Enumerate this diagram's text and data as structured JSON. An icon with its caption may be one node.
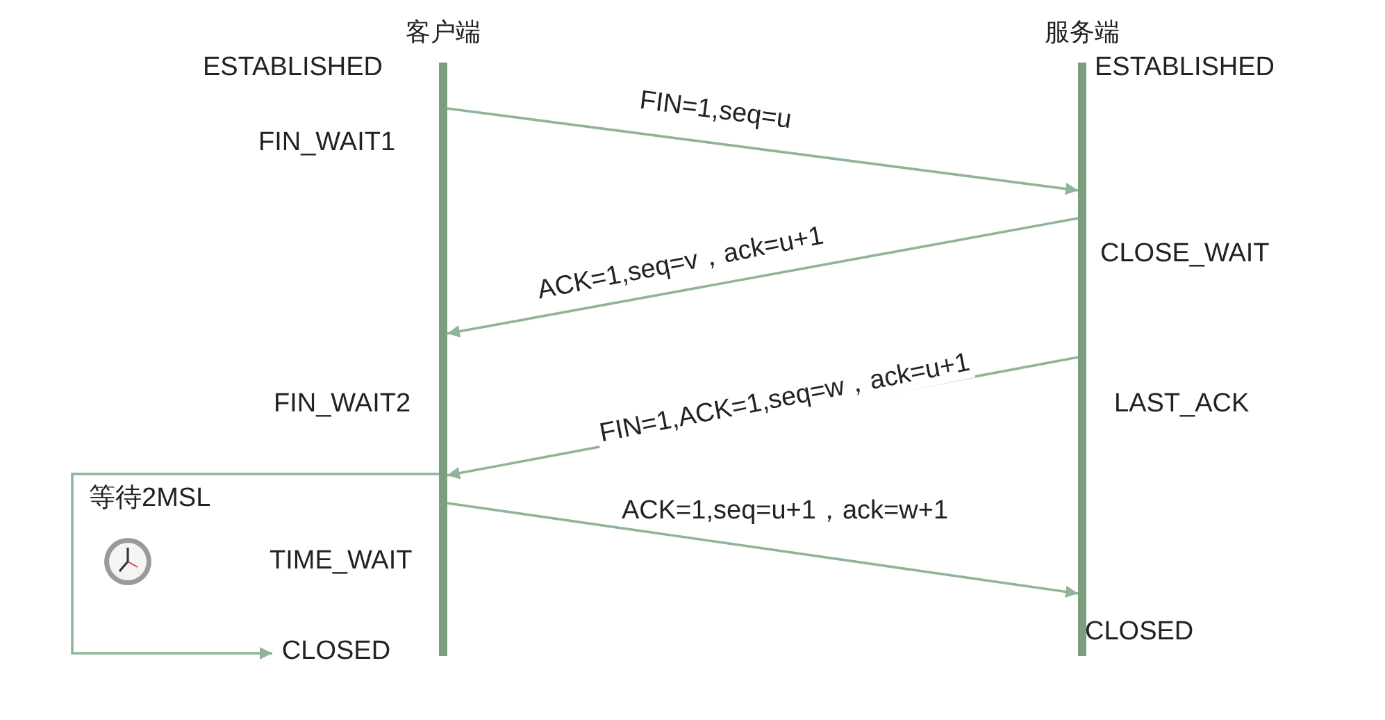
{
  "diagram": {
    "nodes": [
      {
        "text": [
          "客户端"
        ]
      },
      {
        "text": [
          "服务端"
        ]
      },
      {
        "text": [
          "CLOSED"
        ]
      }
    ],
    "edges": [
      {
        "from": 0,
        "to": 1,
        "arrow": "to",
        "label": "FIN=1,seq=u"
      },
      {
        "from": 1,
        "to": 0,
        "arrow": "to",
        "label": "ACK=1,seq=v，ack=u+1"
      },
      {
        "from": 1,
        "to": 0,
        "arrow": "to",
        "label": "FIN=1,ACK=1,seq=w，ack=u+1"
      },
      {
        "from": 0,
        "to": 1,
        "arrow": "to",
        "label": "ACK=1,seq=u+1，ack=w+1"
      },
      {
        "from": 0,
        "to": 2,
        "arrow": "to"
      }
    ],
    "labels": [
      "ESTABLISHED",
      "ESTABLISHED",
      "FIN_WAIT1",
      "CLOSE_WAIT",
      "FIN_WAIT2",
      "LAST_ACK",
      "等待2MSL",
      "TIME_WAIT",
      "CLOSED"
    ]
  }
}
